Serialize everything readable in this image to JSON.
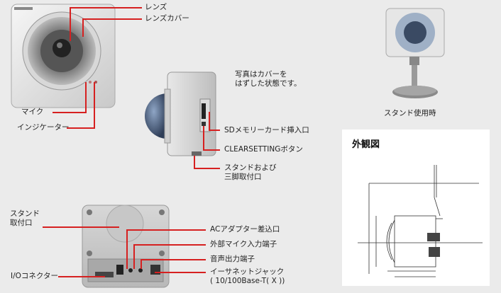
{
  "labels": {
    "lens": "レンズ",
    "lens_cover": "レンズカバー",
    "mic": "マイク",
    "indicator": "インジケーター",
    "note": "写真はカバーを\nはずした状態です。",
    "sd_slot": "SDメモリーカード挿入口",
    "clear_setting": "CLEARSETTINGボタン",
    "stand_mount_tripod": "スタンドおよび\n三脚取付口",
    "stand_use": "スタンド使用時",
    "stand_mount": "スタンド\n取付口",
    "io_connector": "I/Oコネクター",
    "ac_adapter": "ACアダプター差込口",
    "ext_mic": "外部マイク入力端子",
    "audio_out": "音声出力端子",
    "ethernet": "イーサネットジャック\n( 10/100Base-T( X ))"
  },
  "outline": {
    "title": "外観図"
  },
  "colors": {
    "leader_line": "#d62020",
    "background": "#ebebeb"
  }
}
